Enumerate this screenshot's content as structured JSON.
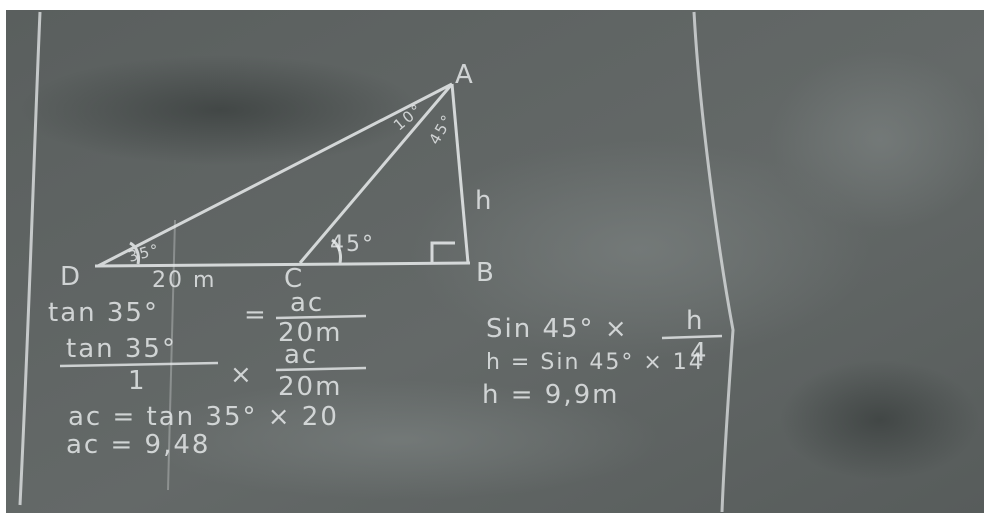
{
  "board": {
    "colors": {
      "background": "#5d6261",
      "chalk": "#e9eced"
    },
    "diagram": {
      "vertex_A": "A",
      "vertex_B": "B",
      "vertex_C": "C",
      "vertex_D": "D",
      "angle_at_A_left": "10°",
      "angle_at_A_right": "45°",
      "angle_at_D": "35°",
      "angle_at_C": "45°",
      "side_h": "h",
      "base_label": "20 m"
    },
    "left_work": {
      "line1_lhs": "tan 35°",
      "line1_eq": "=",
      "line1_num": "ac",
      "line1_den": "20m",
      "line2_num": "tan 35°",
      "line2_den": "1",
      "line2_times": "×",
      "line2_rnum": "ac",
      "line2_rden": "20m",
      "line3": "ac = tan 35° × 20",
      "line4": "ac = 9,48"
    },
    "right_work": {
      "line1_lhs": "Sin 45° ×",
      "line1_num": "h",
      "line1_den": "4",
      "line2": "h = Sin 45° × 14",
      "line3": "h = 9,9m"
    }
  }
}
